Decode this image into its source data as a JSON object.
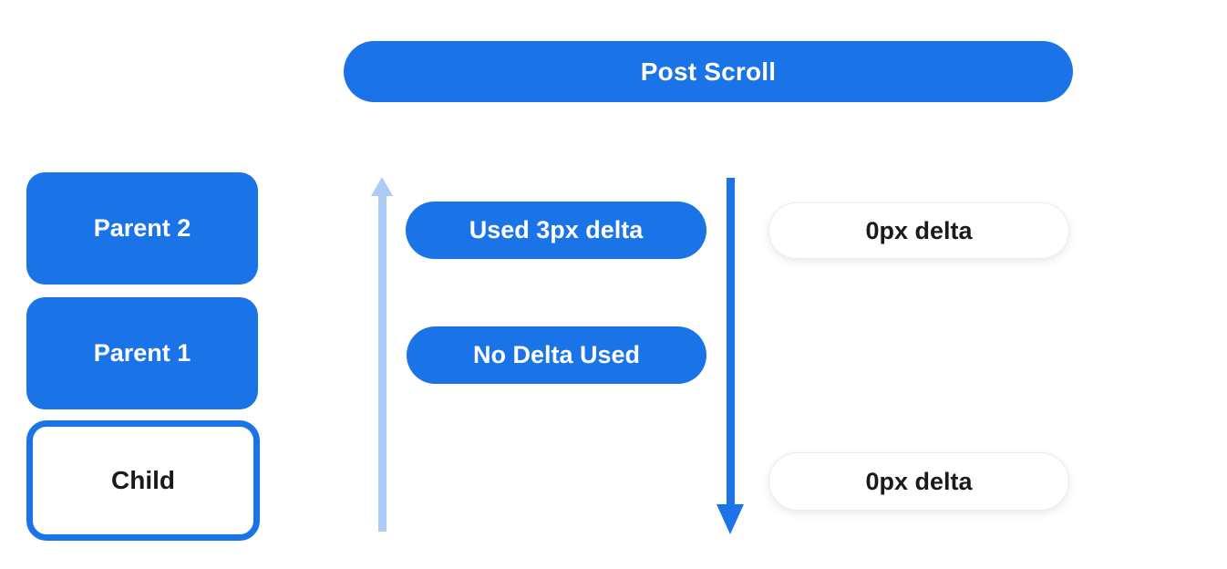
{
  "colors": {
    "primary_blue": "#1b73e8",
    "light_blue": "#aecbf5",
    "pill_border": "#ececec",
    "text_dark": "#1a1a1a",
    "text_light": "#ffffff",
    "background": "#ffffff"
  },
  "header": {
    "title": "Post Scroll"
  },
  "scroll_stack": {
    "parent2": "Parent 2",
    "parent1": "Parent 1",
    "child": "Child"
  },
  "annotations": {
    "used_delta": "Used 3px delta",
    "no_delta": "No Delta Used",
    "zero_delta_top": "0px delta",
    "zero_delta_bottom": "0px delta"
  },
  "icons": {
    "up_arrow": "arrow-up-icon",
    "down_arrow": "arrow-down-icon"
  }
}
